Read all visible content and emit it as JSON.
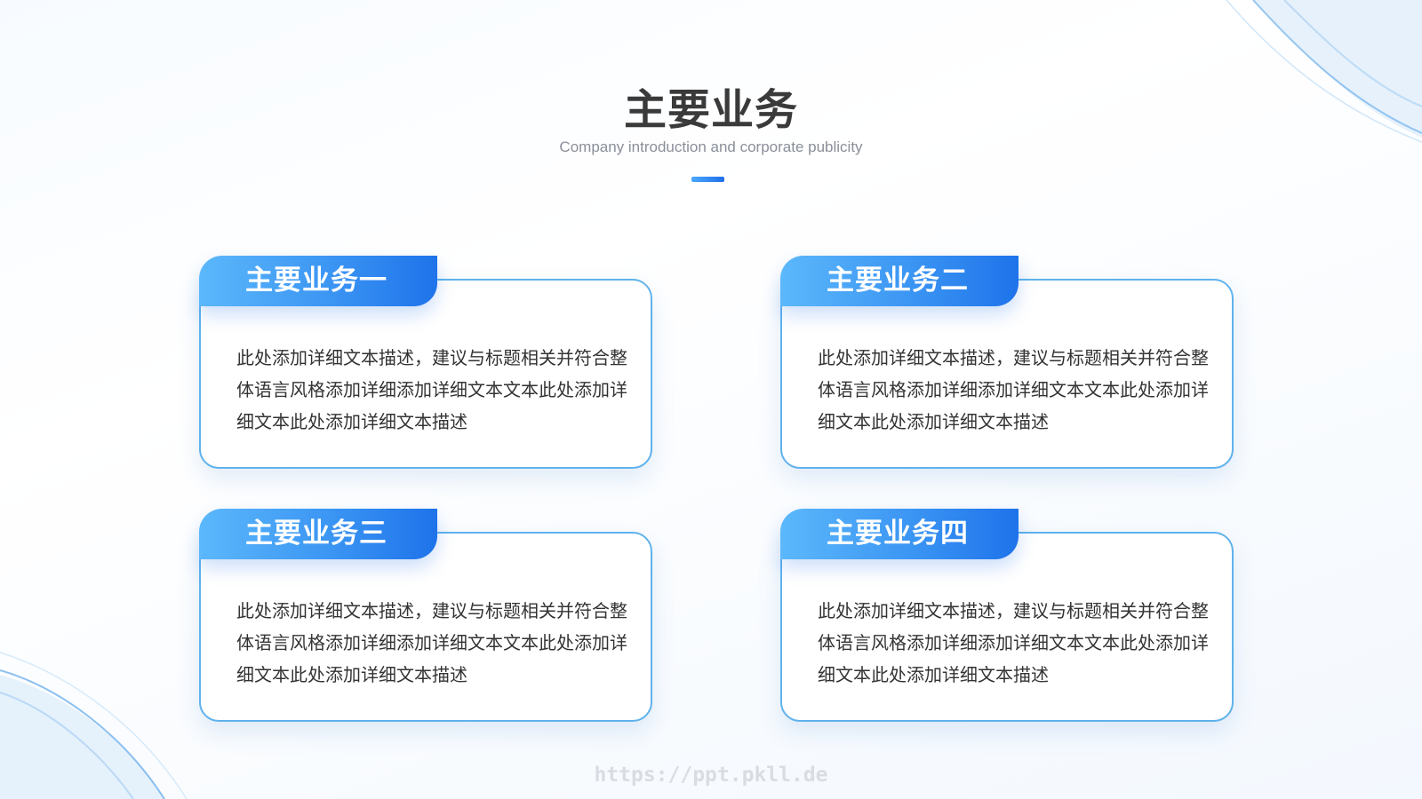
{
  "slide": {
    "title": "主要业务",
    "subtitle": "Company introduction and corporate publicity"
  },
  "cards": [
    {
      "heading": "主要业务一",
      "body": "此处添加详细文本描述，建议与标题相关并符合整体语言风格添加详细添加详细文本文本此处添加详细文本此处添加详细文本描述"
    },
    {
      "heading": "主要业务二",
      "body": "此处添加详细文本描述，建议与标题相关并符合整体语言风格添加详细添加详细文本文本此处添加详细文本此处添加详细文本描述"
    },
    {
      "heading": "主要业务三",
      "body": "此处添加详细文本描述，建议与标题相关并符合整体语言风格添加详细添加详细文本文本此处添加详细文本此处添加详细文本描述"
    },
    {
      "heading": "主要业务四",
      "body": "此处添加详细文本描述，建议与标题相关并符合整体语言风格添加详细添加详细文本文本此处添加详细文本此处添加详细文本描述"
    }
  ],
  "watermark": "https://ppt.pkll.de",
  "colors": {
    "accent": "#2b86f0",
    "border": "#5fb2ec",
    "title": "#3a3a3a",
    "body_text": "#333333"
  }
}
